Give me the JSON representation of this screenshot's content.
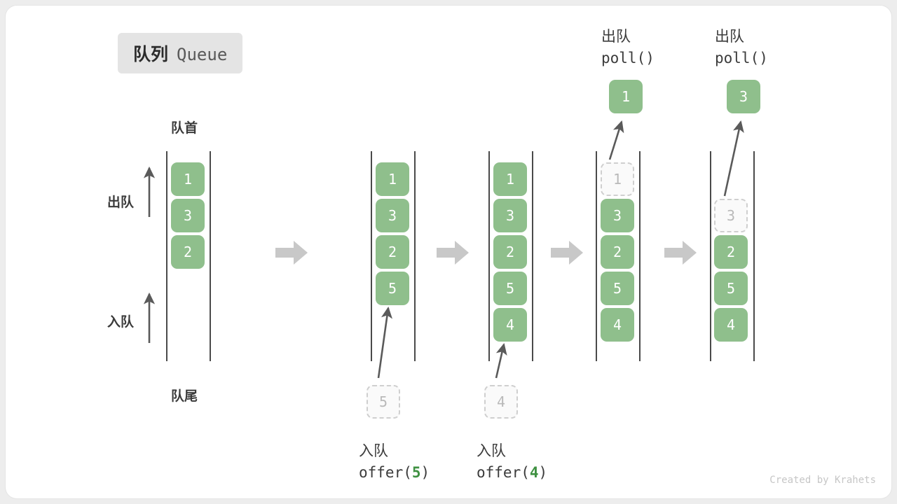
{
  "title": {
    "cn": "队列",
    "en": "Queue"
  },
  "labels": {
    "front": "队首",
    "rear": "队尾",
    "dequeue": "出队",
    "enqueue": "入队"
  },
  "colors": {
    "cell_fill": "#8fbf8c",
    "cell_text": "#ffffff",
    "ghost_fill": "#fafafa",
    "ghost_border": "#cfcfcf",
    "ghost_text": "#b9b9b9",
    "rail": "#4a4a4a",
    "arrow_thin": "#5a5a5a",
    "step_arrow": "#c8c8c8",
    "badge_bg": "#e4e4e4",
    "accent_green": "#3f9142",
    "text_dark": "#3b3b3b",
    "credit": "#c6c6c6"
  },
  "columns": [
    {
      "id": "initial",
      "cells": [
        "1",
        "3",
        "2"
      ],
      "ghost_index": null,
      "op_label_cn": "",
      "op_label_code": "",
      "output_cell": null
    },
    {
      "id": "after-offer-5",
      "cells": [
        "1",
        "3",
        "2",
        "5"
      ],
      "ghost_index": null,
      "incoming_value": "5",
      "op_label_cn": "入队",
      "op_code_prefix": "offer(",
      "op_code_value": "5",
      "op_code_suffix": ")",
      "output_cell": null
    },
    {
      "id": "after-offer-4",
      "cells": [
        "1",
        "3",
        "2",
        "5",
        "4"
      ],
      "ghost_index": null,
      "incoming_value": "4",
      "op_label_cn": "入队",
      "op_code_prefix": "offer(",
      "op_code_value": "4",
      "op_code_suffix": ")",
      "output_cell": null
    },
    {
      "id": "after-poll-1",
      "cells": [
        "1",
        "3",
        "2",
        "5",
        "4"
      ],
      "ghost_index": 0,
      "op_label_cn": "出队",
      "op_code_prefix": "poll(",
      "op_code_value": "",
      "op_code_suffix": ")",
      "output_cell": "1"
    },
    {
      "id": "after-poll-3",
      "cells": [
        "3",
        "2",
        "5",
        "4"
      ],
      "ghost_index": 0,
      "op_label_cn": "出队",
      "op_code_prefix": "poll(",
      "op_code_value": "",
      "op_code_suffix": ")",
      "output_cell": "3"
    }
  ],
  "credit": "Created by Krahets"
}
